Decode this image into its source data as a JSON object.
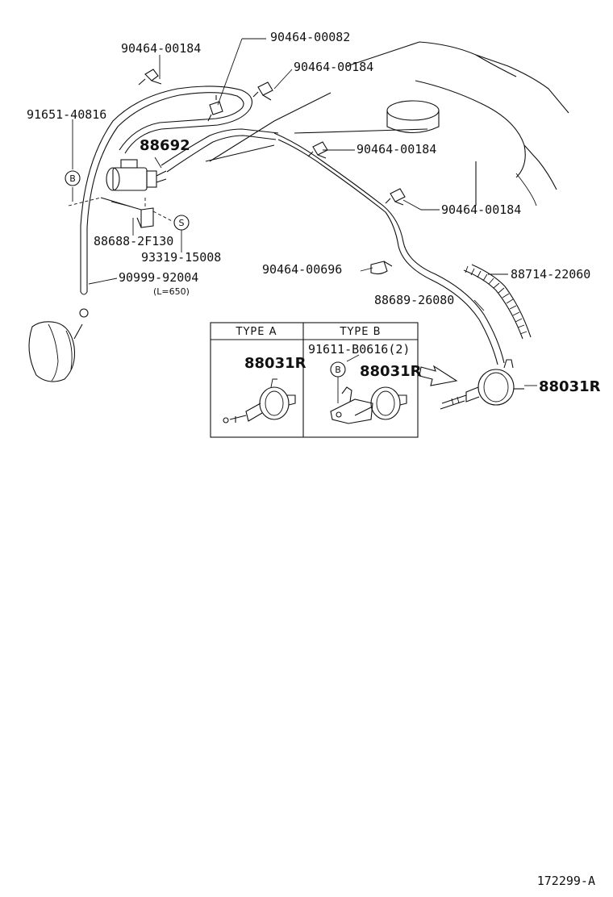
{
  "labels": {
    "p90464_00184_a": "90464-00184",
    "p90464_00082": "90464-00082",
    "p90464_00184_b": "90464-00184",
    "p91651_40816": "91651-40816",
    "p88692": "88692",
    "p90464_00184_c": "90464-00184",
    "p90464_00184_d": "90464-00184",
    "p88688_2f130": "88688-2F130",
    "p93319_15008": "93319-15008",
    "p90464_00696": "90464-00696",
    "p88714_22060": "88714-22060",
    "p90999_92004": "90999-92004",
    "hose_length": "(L=650)",
    "p88689_26080": "88689-26080",
    "p88031r_main": "88031R",
    "p91611_b0616": "91611-B0616(2)",
    "p88031r_type_a": "88031R",
    "p88031r_type_b": "88031R"
  },
  "markers": {
    "b_marker_left": "B",
    "s_marker": "S",
    "b_marker_type_b": "B"
  },
  "table": {
    "type_a_header": "TYPE A",
    "type_b_header": "TYPE B"
  },
  "footer": {
    "diagram_id": "172299-A"
  }
}
